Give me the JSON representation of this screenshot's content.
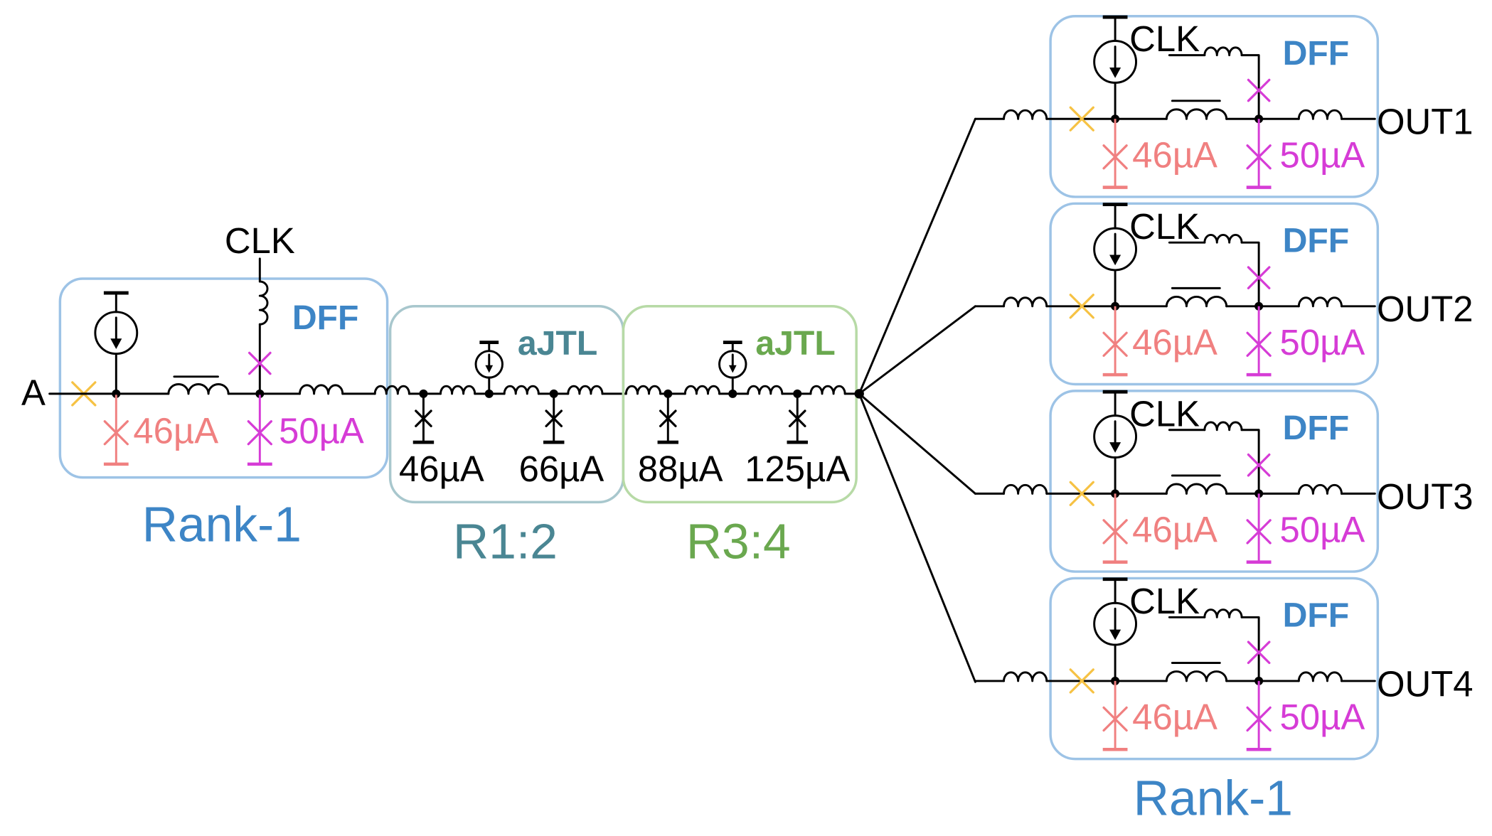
{
  "input": {
    "label": "A"
  },
  "left_dff": {
    "clk_label": "CLK",
    "title": "DFF",
    "bias_in": "46µA",
    "bias_out": "50µA",
    "rank_label": "Rank-1"
  },
  "ajtl_r12": {
    "title": "aJTL",
    "bias_1": "46µA",
    "bias_2": "66µA",
    "rank_label": "R1:2"
  },
  "ajtl_r34": {
    "title": "aJTL",
    "bias_1": "88µA",
    "bias_2": "125µA",
    "rank_label": "R3:4"
  },
  "right_dffs": [
    {
      "clk_label": "CLK",
      "title": "DFF",
      "bias_in": "46µA",
      "bias_out": "50µA",
      "output_label": "OUT1"
    },
    {
      "clk_label": "CLK",
      "title": "DFF",
      "bias_in": "46µA",
      "bias_out": "50µA",
      "output_label": "OUT2"
    },
    {
      "clk_label": "CLK",
      "title": "DFF",
      "bias_in": "46µA",
      "bias_out": "50µA",
      "output_label": "OUT3"
    },
    {
      "clk_label": "CLK",
      "title": "DFF",
      "bias_in": "46µA",
      "bias_out": "50µA",
      "output_label": "OUT4"
    }
  ],
  "right_rank_label": "Rank-1",
  "symbols": {
    "junction": "josephson-junction-icon",
    "inductor": "inductor-icon",
    "bias": "current-source-icon",
    "ground": "ground-icon"
  },
  "colors": {
    "dff_box": "#9dc3e6",
    "dff_text": "#3d85c6",
    "r12_box": "#a8c7cd",
    "r12_text": "#4a8693",
    "r34_box": "#b7daa6",
    "r34_text": "#6aa84f",
    "bias_in": "#f08080",
    "bias_out": "#d63cd6",
    "input_jj": "#f6c244"
  }
}
